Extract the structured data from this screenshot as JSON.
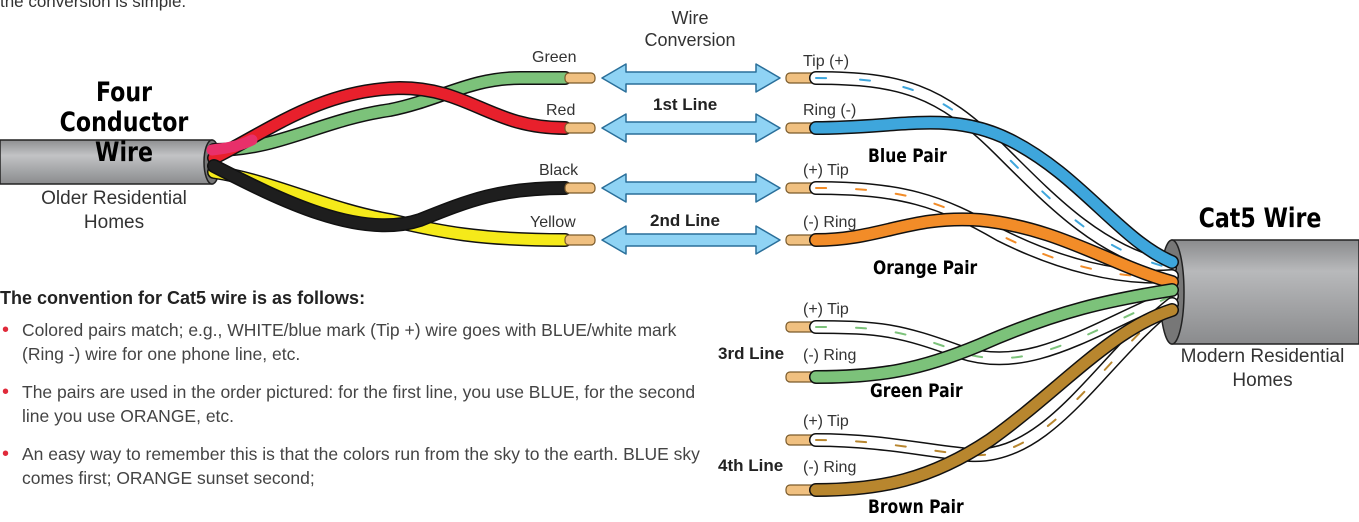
{
  "intro_text": "the conversion is simple.",
  "left": {
    "title_line1": "Four Conductor",
    "title_line2": "Wire",
    "subtitle_line1": "Older Residential",
    "subtitle_line2": "Homes",
    "wires": [
      "Green",
      "Red",
      "Black",
      "Yellow"
    ]
  },
  "middle": {
    "header_line1": "Wire",
    "header_line2": "Conversion",
    "line1": "1st Line",
    "line2": "2nd Line"
  },
  "right": {
    "title": "Cat5 Wire",
    "subtitle_line1": "Modern Residential",
    "subtitle_line2": "Homes",
    "line3": "3rd Line",
    "line4": "4th Line",
    "tip_plus": "Tip (+)",
    "ring_minus": "Ring (-)",
    "plus_tip": "(+) Tip",
    "minus_ring": "(-) Ring",
    "pairs": [
      "Blue Pair",
      "Orange Pair",
      "Green Pair",
      "Brown Pair"
    ]
  },
  "notes": {
    "heading": "The convention for Cat5 wire is as follows:",
    "items": [
      "Colored pairs match; e.g., WHITE/blue mark (Tip +) wire goes with BLUE/white mark (Ring -) wire for one phone line, etc.",
      "The pairs are used in the order pictured: for the first line, you use BLUE, for the second line you use ORANGE, etc.",
      "An easy way to remember this is that the colors run from the sky to the earth. BLUE sky comes first; ORANGE sunset second;"
    ]
  },
  "colors": {
    "green": "#7cc27a",
    "red": "#e8202c",
    "pink": "#e8306a",
    "black": "#1e1e1e",
    "yellow": "#f5ea1a",
    "blue": "#3ea6dc",
    "orange": "#f28c28",
    "brown": "#b8862e",
    "cable": "#a9aaac",
    "arrow": "#8fd3f4",
    "bullet": "#e02a3a"
  }
}
